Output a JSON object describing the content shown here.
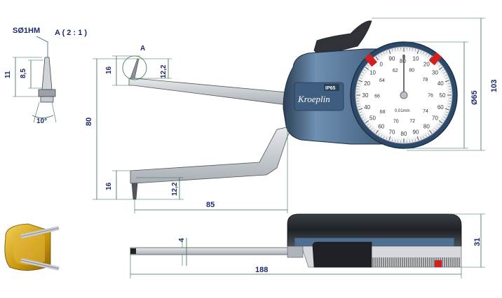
{
  "labels": {
    "tip_spec": "SØ1HM",
    "detail_scale": "A ( 2 : 1 )",
    "detail_marker": "A",
    "brand": "Kroeplin",
    "ip_rating": "IP65",
    "dial_unit": "0,01mm"
  },
  "dimensions": {
    "detail_height": "11",
    "detail_cone": "8,5",
    "detail_angle": "10°",
    "upper_jaw_height": "16",
    "upper_tip_height": "12,2",
    "span_height": "80",
    "lower_jaw_height": "16",
    "lower_tip_height": "12,2",
    "arm_length": "85",
    "dial_diameter": "Ø65",
    "total_height": "103",
    "jaw_thickness": "4",
    "total_length": "188",
    "body_thickness": "31"
  },
  "dial": {
    "outer_numbers": [
      "90",
      "0",
      "10",
      "20",
      "30",
      "40",
      "50",
      "60",
      "70",
      "80",
      "90",
      "80",
      "70",
      "60",
      "50",
      "40",
      "30",
      "20",
      "10",
      "0"
    ],
    "inner_numbers": [
      "80",
      "78",
      "76",
      "74",
      "72",
      "70",
      "68",
      "66",
      "64",
      "62"
    ],
    "center_label": "80"
  },
  "colors": {
    "body_blue": "#5b7a9c",
    "body_dark": "#2f4560",
    "arm_gray": "#c7ccd2",
    "dim_blue": "#1c2a6b",
    "dim_line": "#2f6e4e",
    "red_mark": "#d22020",
    "gold": "#c9960c"
  }
}
